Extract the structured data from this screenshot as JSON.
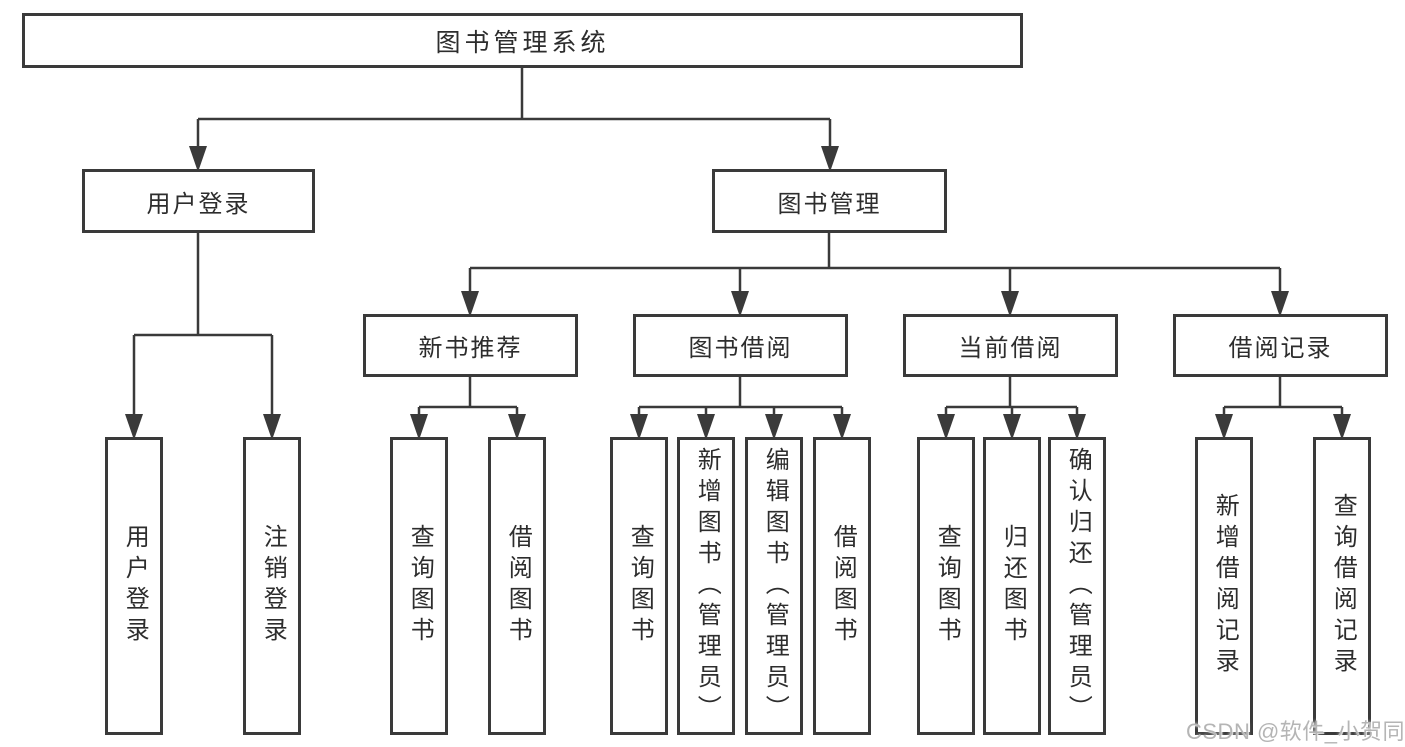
{
  "colors": {
    "line": "#3a3a3a",
    "text": "#2d2d2d",
    "box_background": "#ffffff",
    "watermark": "#b5b5b5"
  },
  "tree": {
    "root": "图书管理系统",
    "branches": [
      {
        "label": "用户登录",
        "leaves": [
          "用户登录",
          "注销登录"
        ]
      },
      {
        "label": "图书管理",
        "groups": [
          {
            "label": "新书推荐",
            "leaves": [
              "查询图书",
              "借阅图书"
            ]
          },
          {
            "label": "图书借阅",
            "leaves": [
              "查询图书",
              "新增图书（管理员）",
              "编辑图书（管理员）",
              "借阅图书"
            ]
          },
          {
            "label": "当前借阅",
            "leaves": [
              "查询图书",
              "归还图书",
              "确认归还（管理员）"
            ]
          },
          {
            "label": "借阅记录",
            "leaves": [
              "新增借阅记录",
              "查询借阅记录"
            ]
          }
        ]
      }
    ]
  },
  "watermark": "CSDN @软件_小贺同学"
}
